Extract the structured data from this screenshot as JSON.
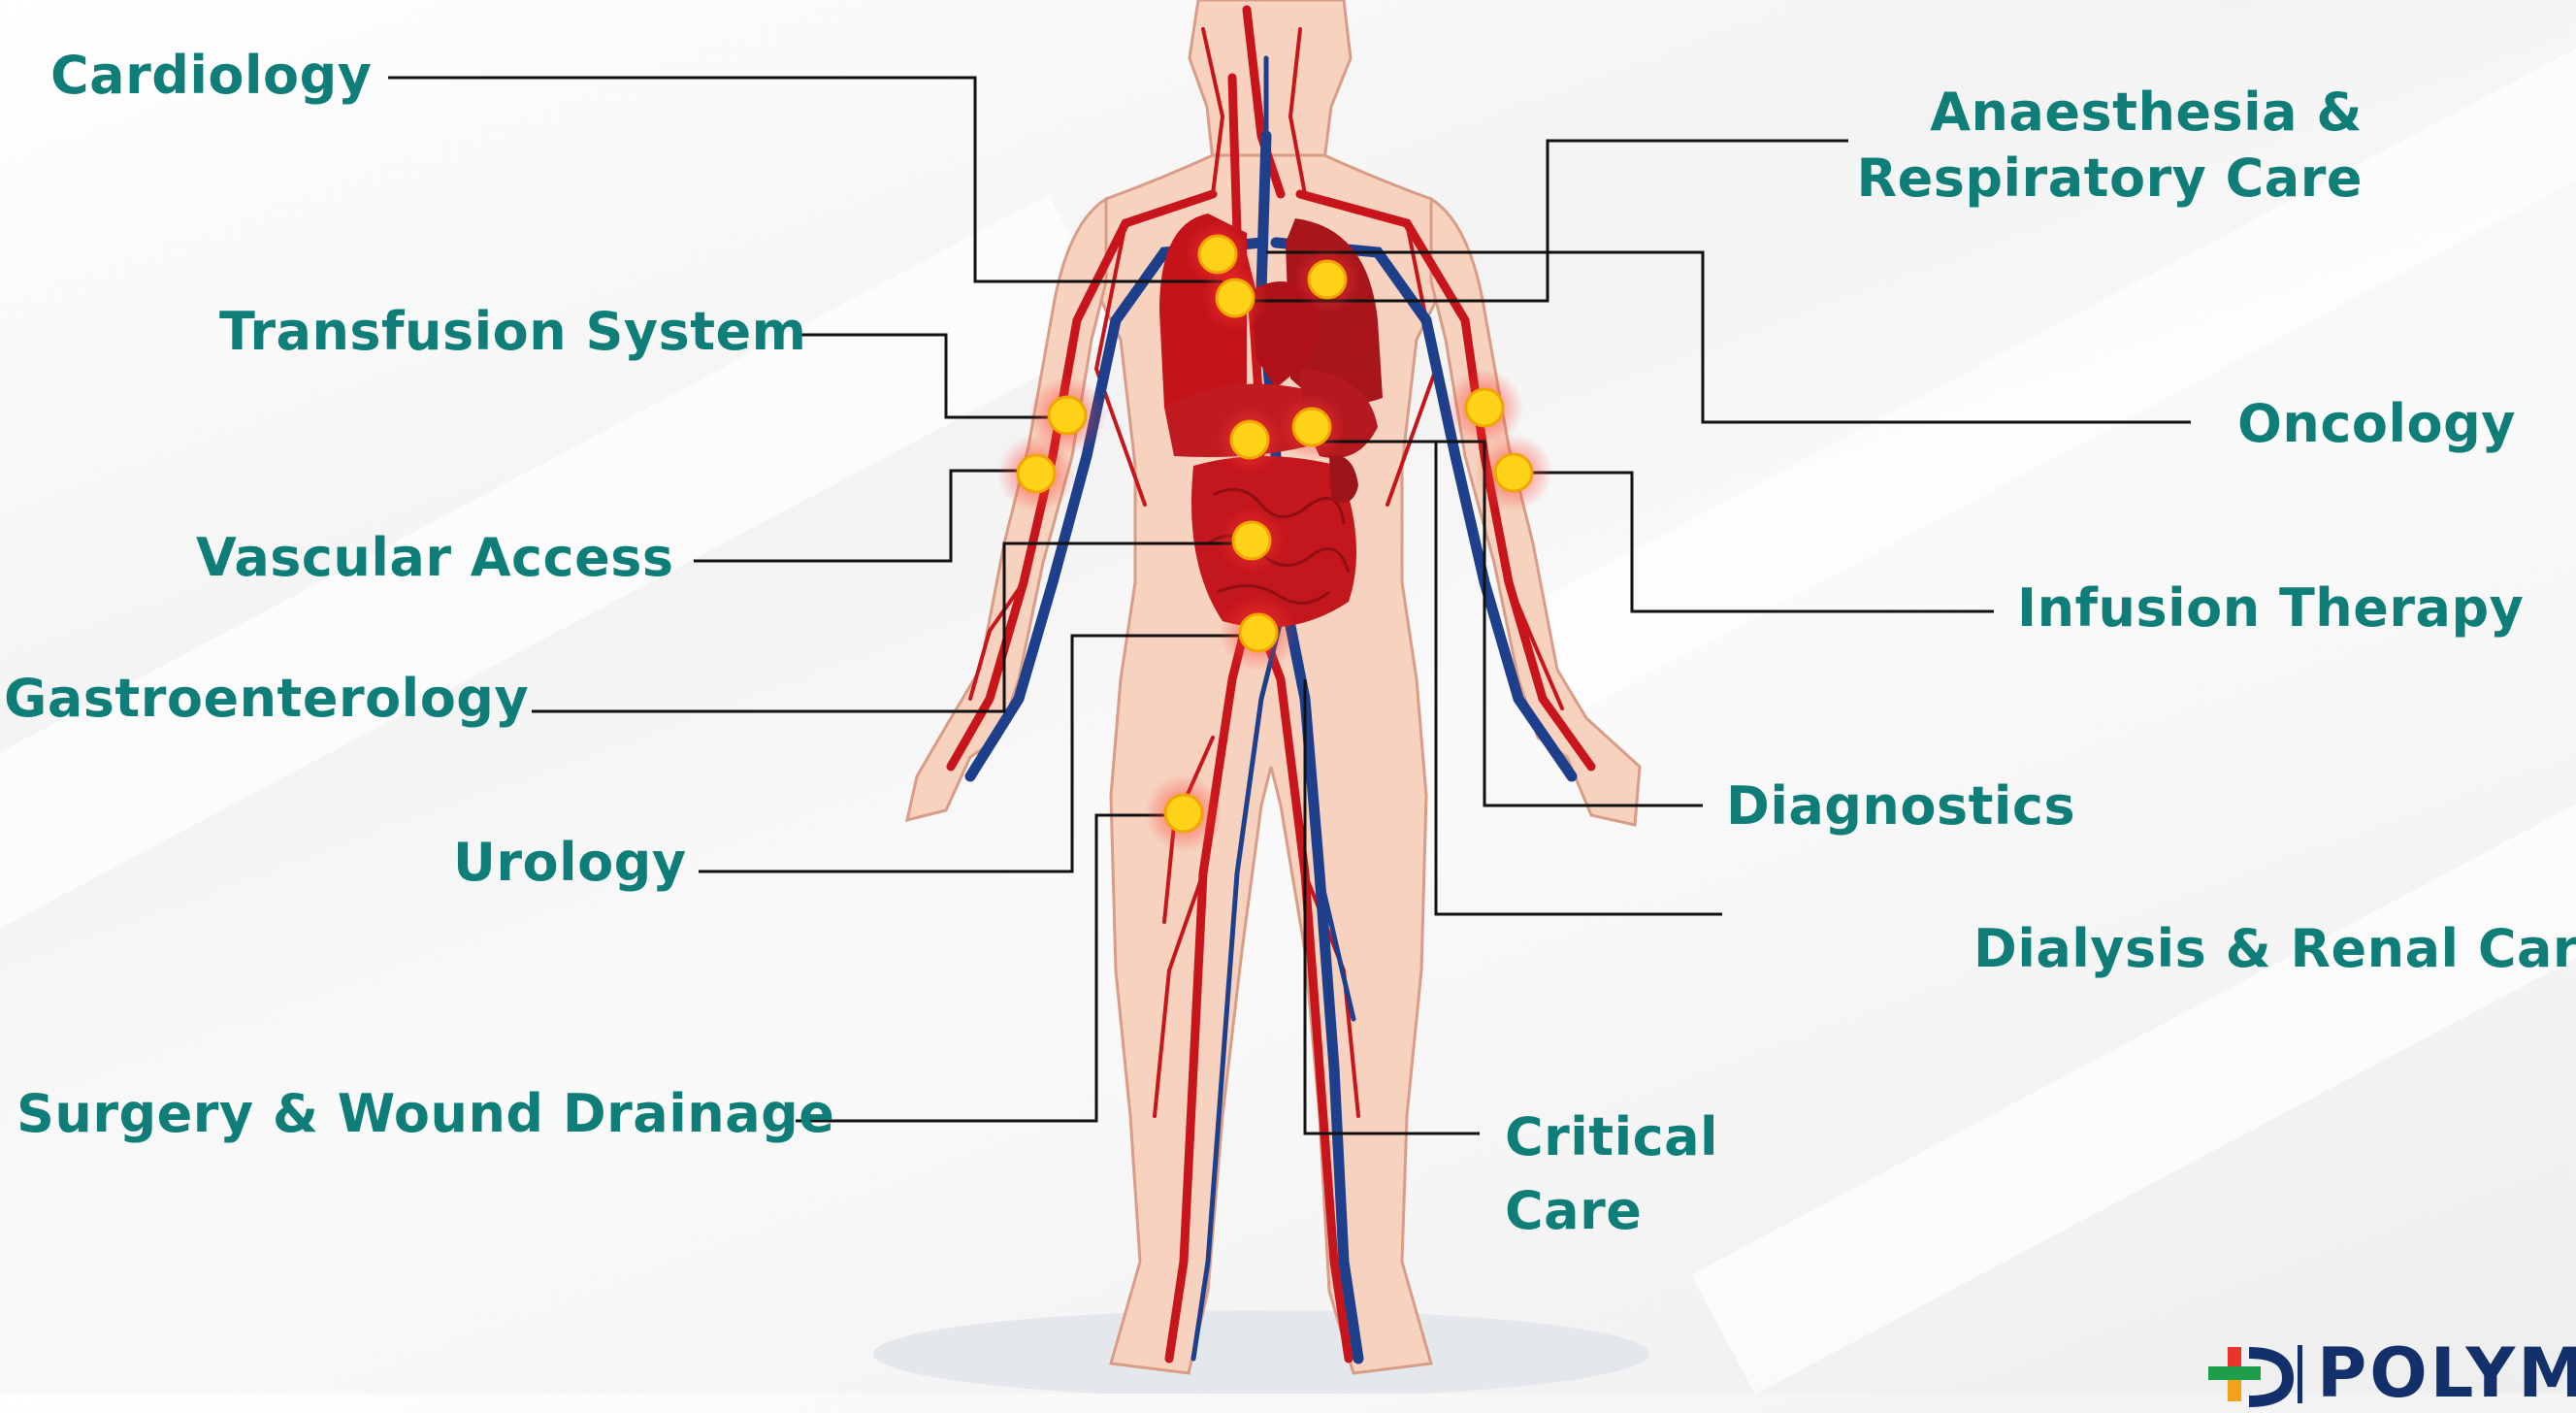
{
  "labels": {
    "cardiology": "Cardiology",
    "transfusion": "Transfusion System",
    "vascular": "Vascular Access",
    "gastro": "Gastroenterology",
    "urology": "Urology",
    "surgery": "Surgery & Wound Drainage",
    "anaesthesia_line1": "Anaesthesia &",
    "anaesthesia_line2": "Respiratory Care",
    "oncology": "Oncology",
    "infusion": "Infusion Therapy",
    "diagnostics": "Diagnostics",
    "dialysis": "Dialysis & Renal Care",
    "critical_line1": "Critical",
    "critical_line2": "Care"
  },
  "logo": {
    "text": "POLYM"
  },
  "colors": {
    "label_teal": "#0f7e78",
    "line": "#111111",
    "skin": "#f6d2bf",
    "artery": "#c8141b",
    "vein": "#1d3f8c",
    "hotspot": "#ffd21a",
    "logo_navy": "#14306b"
  }
}
